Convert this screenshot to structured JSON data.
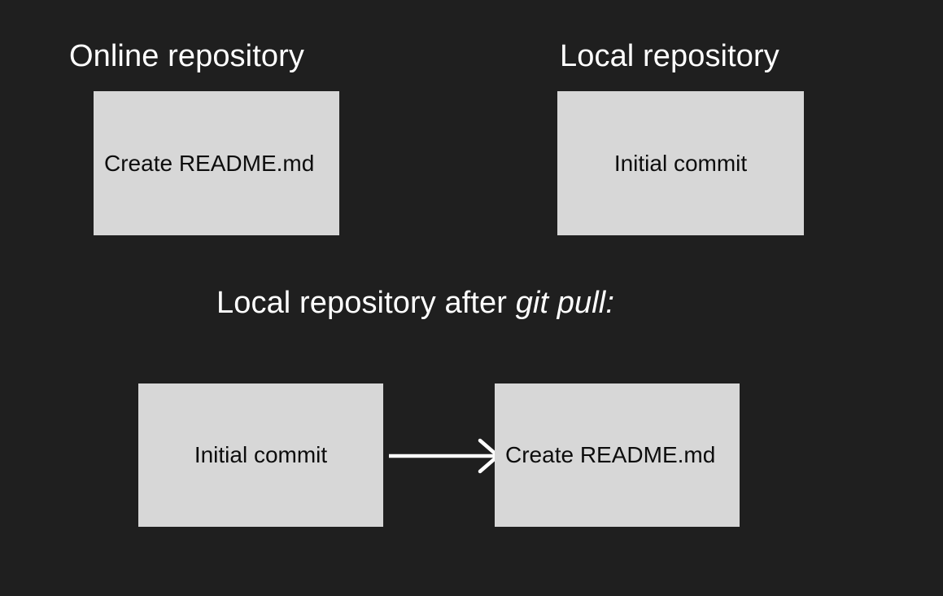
{
  "diagram": {
    "background_color": "#1f1f1f",
    "box_color": "#d7d7d7",
    "box_text_color": "#0d0d0d",
    "heading_color": "#ffffff",
    "arrow_color": "#ffffff",
    "headings": {
      "online_repository": "Online repository",
      "local_repository": "Local repository",
      "after_pull_prefix": "Local repository after ",
      "after_pull_command": "git pull",
      "after_pull_suffix": ":"
    },
    "top_row": [
      {
        "label": "Create README.md",
        "align": "left"
      },
      {
        "label": "Initial commit",
        "align": "center"
      }
    ],
    "bottom_row": [
      {
        "label": "Initial commit",
        "align": "center"
      },
      {
        "label": "Create README.md",
        "align": "left"
      }
    ],
    "arrow": {
      "name": "right-arrow-icon",
      "direction": "right",
      "from": "Initial commit",
      "to": "Create README.md"
    }
  }
}
